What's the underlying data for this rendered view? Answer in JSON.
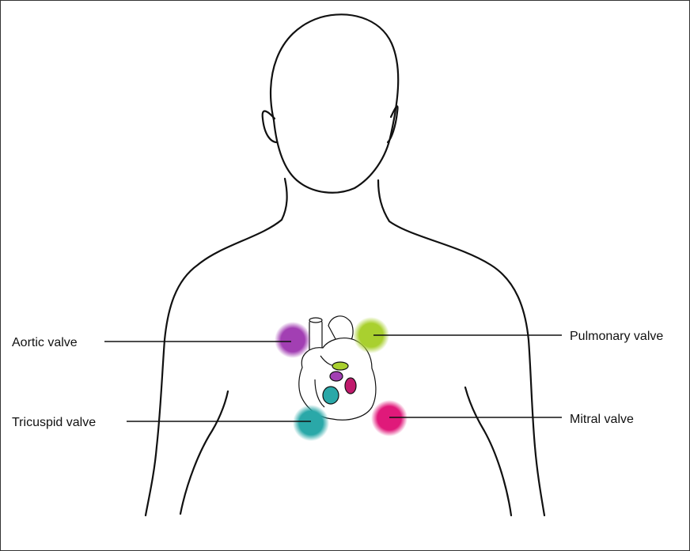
{
  "labels": {
    "aortic": "Aortic valve",
    "pulmonary": "Pulmonary valve",
    "tricuspid": "Tricuspid valve",
    "mitral": "Mitral valve"
  },
  "colors": {
    "aortic": "#a23fb3",
    "pulmonary": "#a9d02f",
    "tricuspid": "#2aa8a8",
    "mitral": "#e0197a",
    "outline": "#111111"
  }
}
